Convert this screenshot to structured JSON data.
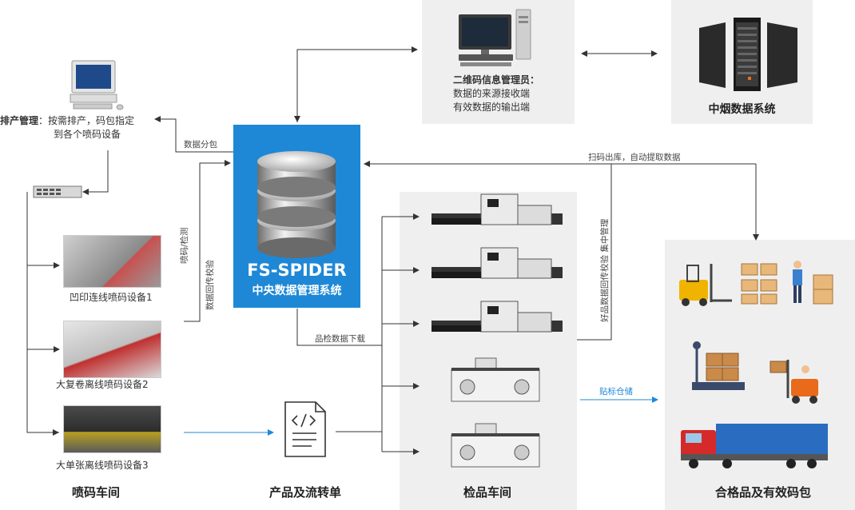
{
  "central": {
    "name": "FS-SPIDER",
    "subtitle": "中央数据管理系统"
  },
  "qr_admin": {
    "title": "二维码信息管理员：",
    "line1": "数据的来源接收端",
    "line2": "有效数据的输出端"
  },
  "tobacco": {
    "label": "中烟数据系统"
  },
  "scheduling": {
    "label_bold": "排产管理",
    "label_rest": "：按需排产，码包指定",
    "line2": "到各个喷码设备"
  },
  "flows": {
    "data_distribution": "数据分包",
    "print_check_upload": "喷码/检测",
    "print_check_upload2": "数据回传校验",
    "inspection_download": "品检数据下载",
    "scan_out": "扫码出库，自动提取数据",
    "good_upload": "好品数据回传校验 集中管理",
    "label_storage": "贴标仓储"
  },
  "devices": [
    {
      "label": "凹印连线喷码设备1"
    },
    {
      "label": "大复卷离线喷码设备2"
    },
    {
      "label": "大单张离线喷码设备3"
    }
  ],
  "sections": {
    "print_workshop": "喷码车间",
    "product_flow": "产品及流转单",
    "inspection_workshop": "检品车间",
    "qualified": "合格品及有效码包"
  },
  "colors": {
    "central_blue": "#1e88d6",
    "arrow_blue": "#1e88d6",
    "panel_gray": "#efefef",
    "arrow_dark": "#333333"
  }
}
